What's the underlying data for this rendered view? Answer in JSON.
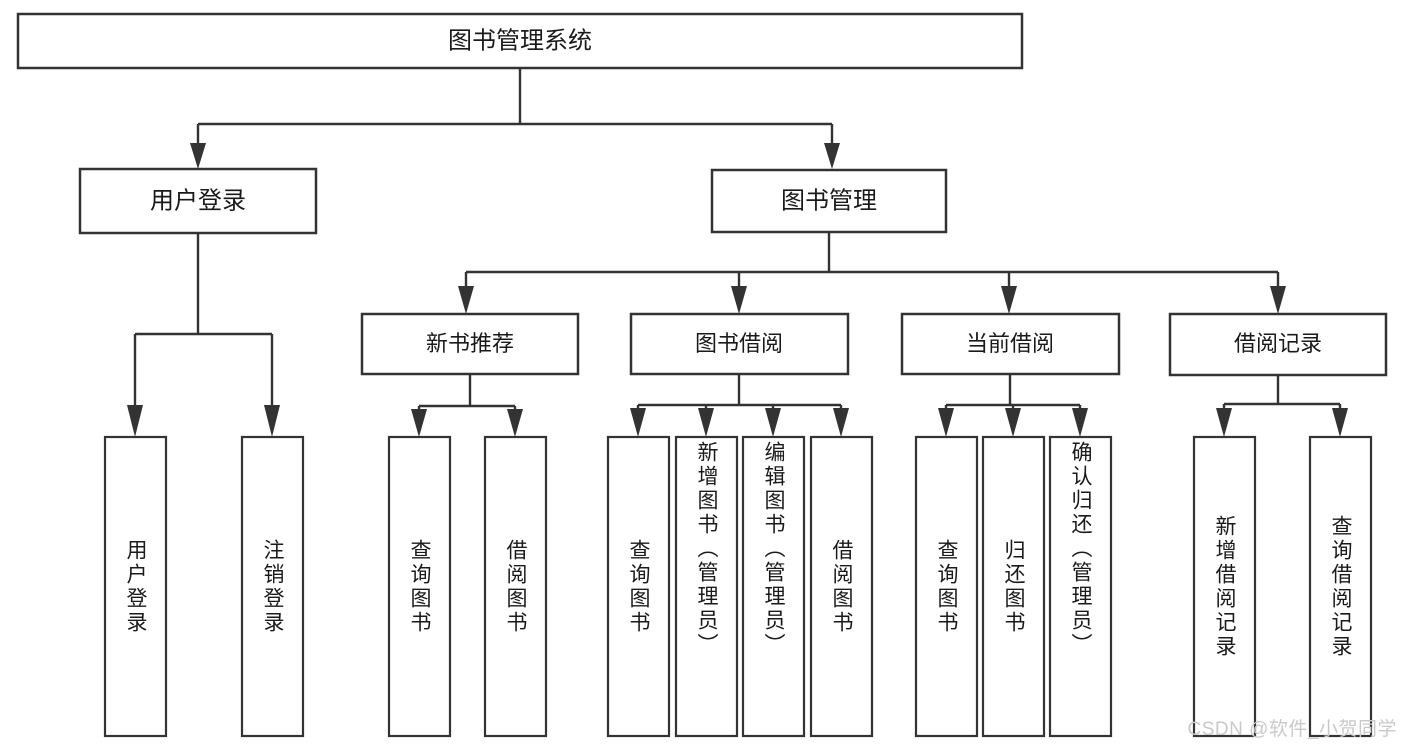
{
  "diagram": {
    "type": "tree-hierarchy-flowchart",
    "title": "图书管理系统",
    "orientation": "top-down",
    "colors": {
      "box_stroke": "#333333",
      "box_fill": "#ffffff",
      "connector": "#333333",
      "text": "#1a1a1a",
      "watermark": "#c9c9c9",
      "background": "#ffffff"
    },
    "levels": {
      "root": {
        "label": "图书管理系统"
      },
      "level2": [
        {
          "id": "user-login",
          "label": "用户登录"
        },
        {
          "id": "book-management",
          "label": "图书管理"
        }
      ],
      "level3": [
        {
          "id": "new-book-recommend",
          "label": "新书推荐",
          "parent": "book-management"
        },
        {
          "id": "book-borrow",
          "label": "图书借阅",
          "parent": "book-management"
        },
        {
          "id": "current-borrow",
          "label": "当前借阅",
          "parent": "book-management"
        },
        {
          "id": "borrow-record",
          "label": "借阅记录",
          "parent": "book-management"
        }
      ],
      "leaves": [
        {
          "id": "leaf-user-login",
          "label": "用户登录",
          "parent": "user-login"
        },
        {
          "id": "leaf-logout-login",
          "label": "注销登录",
          "parent": "user-login"
        },
        {
          "id": "leaf-query-book-1",
          "label": "查询图书",
          "parent": "new-book-recommend"
        },
        {
          "id": "leaf-borrow-book-1",
          "label": "借阅图书",
          "parent": "new-book-recommend"
        },
        {
          "id": "leaf-query-book-2",
          "label": "查询图书",
          "parent": "book-borrow"
        },
        {
          "id": "leaf-add-book",
          "label": "新增图书（管理员）",
          "parent": "book-borrow"
        },
        {
          "id": "leaf-edit-book",
          "label": "编辑图书（管理员）",
          "parent": "book-borrow"
        },
        {
          "id": "leaf-borrow-book-2",
          "label": "借阅图书",
          "parent": "book-borrow"
        },
        {
          "id": "leaf-query-book-3",
          "label": "查询图书",
          "parent": "current-borrow"
        },
        {
          "id": "leaf-return-book",
          "label": "归还图书",
          "parent": "current-borrow"
        },
        {
          "id": "leaf-confirm-return",
          "label": "确认归还（管理员）",
          "parent": "current-borrow"
        },
        {
          "id": "leaf-add-record",
          "label": "新增借阅记录",
          "parent": "borrow-record"
        },
        {
          "id": "leaf-query-record",
          "label": "查询借阅记录",
          "parent": "borrow-record"
        }
      ]
    }
  },
  "watermark": {
    "text": "CSDN @软件_小贺同学"
  }
}
